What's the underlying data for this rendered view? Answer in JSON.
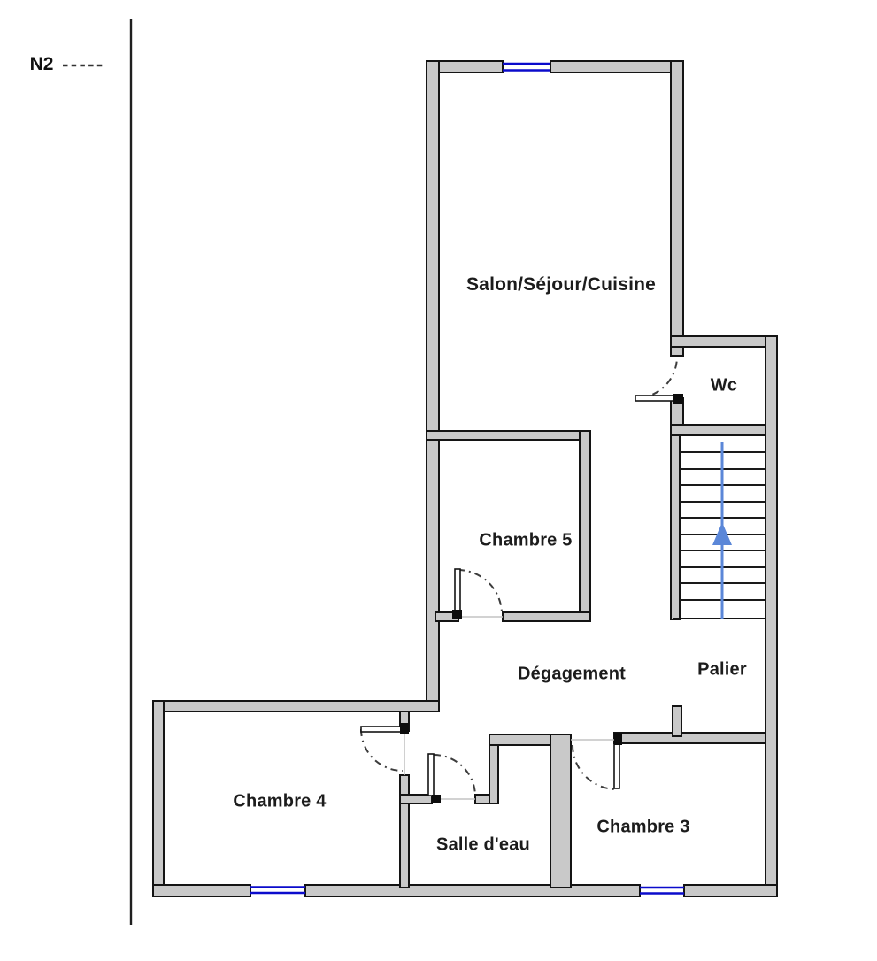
{
  "page": {
    "level_label": "N2"
  },
  "rooms": [
    {
      "id": "salon",
      "label": "Salon/Séjour/Cuisine"
    },
    {
      "id": "wc",
      "label": "Wc"
    },
    {
      "id": "chambre5",
      "label": "Chambre 5"
    },
    {
      "id": "degagement",
      "label": "Dégagement"
    },
    {
      "id": "palier",
      "label": "Palier"
    },
    {
      "id": "chambre4",
      "label": "Chambre 4"
    },
    {
      "id": "salle_deau",
      "label": "Salle d'eau"
    },
    {
      "id": "chambre3",
      "label": "Chambre 3"
    }
  ],
  "stairs": {
    "direction": "up",
    "tread_count": 11,
    "arrow_icon": "up-arrow"
  },
  "windows": {
    "count": 3,
    "locations": [
      "salon-top-wall",
      "chambre4-bottom-wall",
      "chambre3-bottom-wall"
    ]
  },
  "doors": {
    "count": 5,
    "locations": [
      "wc",
      "chambre5",
      "chambre4",
      "salle_deau",
      "chambre3"
    ]
  },
  "colors": {
    "wall_fill": "#c9c9c9",
    "wall_outline": "#141414",
    "window_blue": "#0b0bcc",
    "arrow_blue": "#5b87d8",
    "door_arc": "#3c3c3c"
  }
}
